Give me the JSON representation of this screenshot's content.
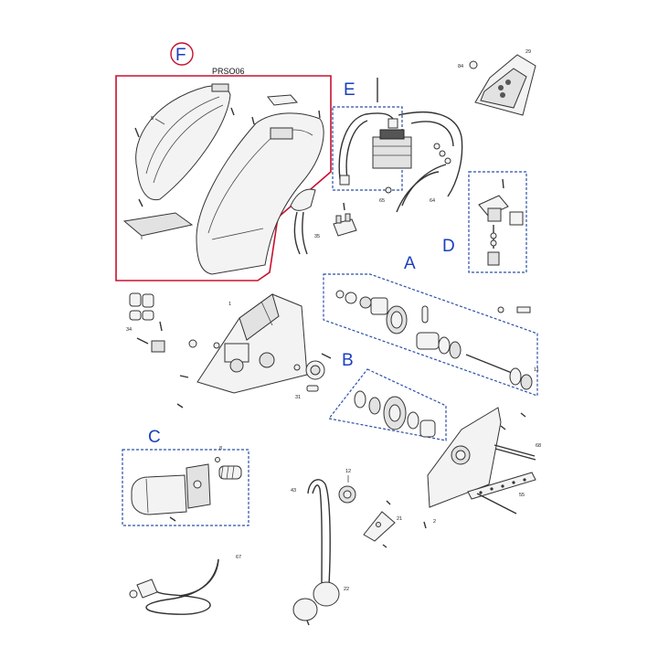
{
  "diagram": {
    "code": "PRSO06",
    "sections": [
      "A",
      "B",
      "C",
      "D",
      "E",
      "F"
    ],
    "callouts": {
      "c1": "1",
      "c2": "2",
      "c5": "5",
      "c8": "8",
      "c11": "11",
      "c12": "12",
      "c21": "21",
      "c22": "22",
      "c29": "29",
      "c31": "31",
      "c34": "34",
      "c35": "35",
      "c43": "43",
      "c55": "55",
      "c64": "64",
      "c65": "65",
      "c67": "67",
      "c68": "68",
      "c84": "84"
    }
  },
  "colors": {
    "section_letter": "#1a3fc0",
    "section_box": "#2a4fa8",
    "highlight_box": "#c8102e"
  }
}
